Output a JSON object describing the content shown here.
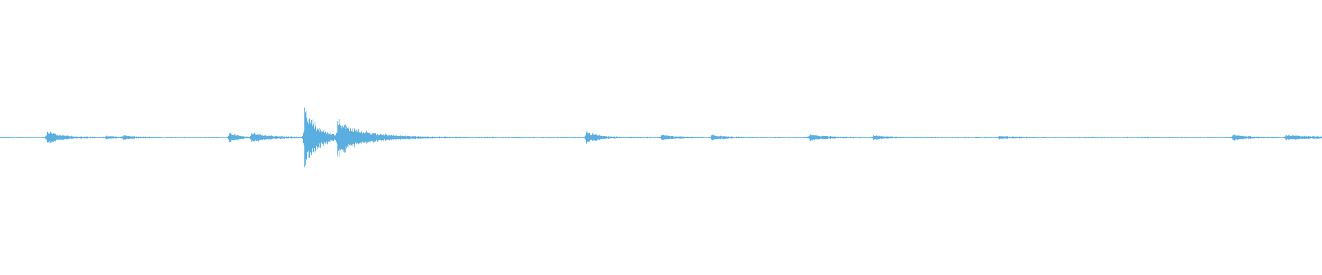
{
  "waveform": {
    "color": "#5AAEE0",
    "background": "#FFFFFF",
    "baseline_gap_note": "",
    "peaks": [
      {
        "time_frac": 0.035,
        "amp": 0.055,
        "decay": 0.01
      },
      {
        "time_frac": 0.08,
        "amp": 0.012,
        "decay": 0.006
      },
      {
        "time_frac": 0.093,
        "amp": 0.018,
        "decay": 0.007
      },
      {
        "time_frac": 0.173,
        "amp": 0.05,
        "decay": 0.006
      },
      {
        "time_frac": 0.19,
        "amp": 0.04,
        "decay": 0.012
      },
      {
        "time_frac": 0.23,
        "amp": 0.255,
        "decay": 0.01
      },
      {
        "time_frac": 0.255,
        "amp": 0.14,
        "decay": 0.02
      },
      {
        "time_frac": 0.443,
        "amp": 0.06,
        "decay": 0.008
      },
      {
        "time_frac": 0.5,
        "amp": 0.02,
        "decay": 0.01
      },
      {
        "time_frac": 0.538,
        "amp": 0.018,
        "decay": 0.01
      },
      {
        "time_frac": 0.612,
        "amp": 0.03,
        "decay": 0.01
      },
      {
        "time_frac": 0.66,
        "amp": 0.02,
        "decay": 0.008
      },
      {
        "time_frac": 0.755,
        "amp": 0.01,
        "decay": 0.012
      },
      {
        "time_frac": 0.932,
        "amp": 0.025,
        "decay": 0.01
      },
      {
        "time_frac": 0.972,
        "amp": 0.02,
        "decay": 0.02
      }
    ],
    "noise_floor": 0.004
  }
}
